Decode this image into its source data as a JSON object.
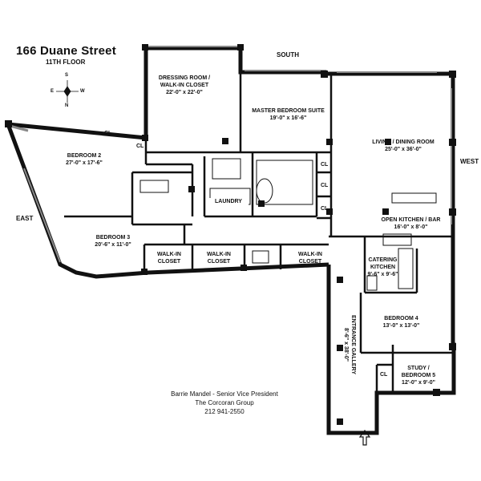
{
  "header": {
    "building": "166 Duane Street",
    "floor": "11TH FLOOR"
  },
  "compass": {
    "n": "N",
    "s": "S",
    "e": "E",
    "w": "W",
    "icon": "compass-icon"
  },
  "orientation": {
    "south": "SOUTH",
    "west": "WEST",
    "east": "EAST"
  },
  "rooms": {
    "dressing": {
      "name": "DRESSING ROOM /",
      "name2": "WALK-IN CLOSET",
      "size": "22'-0\" x 22'-0\""
    },
    "master": {
      "name": "MASTER BEDROOM SUITE",
      "size": "19'-0\" x 16'-6\""
    },
    "living": {
      "name": "LIVING / DINING ROOM",
      "size": "25'-0\" x 36'-0\""
    },
    "bedroom2": {
      "name": "BEDROOM 2",
      "size": "27'-0\" x 17'-6\""
    },
    "bedroom3": {
      "name": "BEDROOM 3",
      "size": "20'-6\" x 11'-0\""
    },
    "kitchen": {
      "name": "OPEN KITCHEN / BAR",
      "size": "16'-0\" x 8'-0\""
    },
    "catering": {
      "name": "CATERING",
      "name2": "KITCHEN",
      "size": "9'-6\" x 9'-6\""
    },
    "bedroom4": {
      "name": "BEDROOM 4",
      "size": "13'-0\" x 13'-0\""
    },
    "study": {
      "name": "STUDY /",
      "name2": "BEDROOM 5",
      "size": "12'-0\" x 9'-0\""
    },
    "gallery": {
      "name": "ENTRANCE GALLERY",
      "size": "8'-6\" x 38'-0\""
    },
    "laundry": "LAUNDRY",
    "walkin": {
      "line1": "WALK-IN",
      "line2": "CLOSET"
    },
    "closet": "CL"
  },
  "contact": {
    "agent": "Barrie Mandel - Senior Vice President",
    "company": "The Corcoran Group",
    "phone": "212 941-2550"
  }
}
